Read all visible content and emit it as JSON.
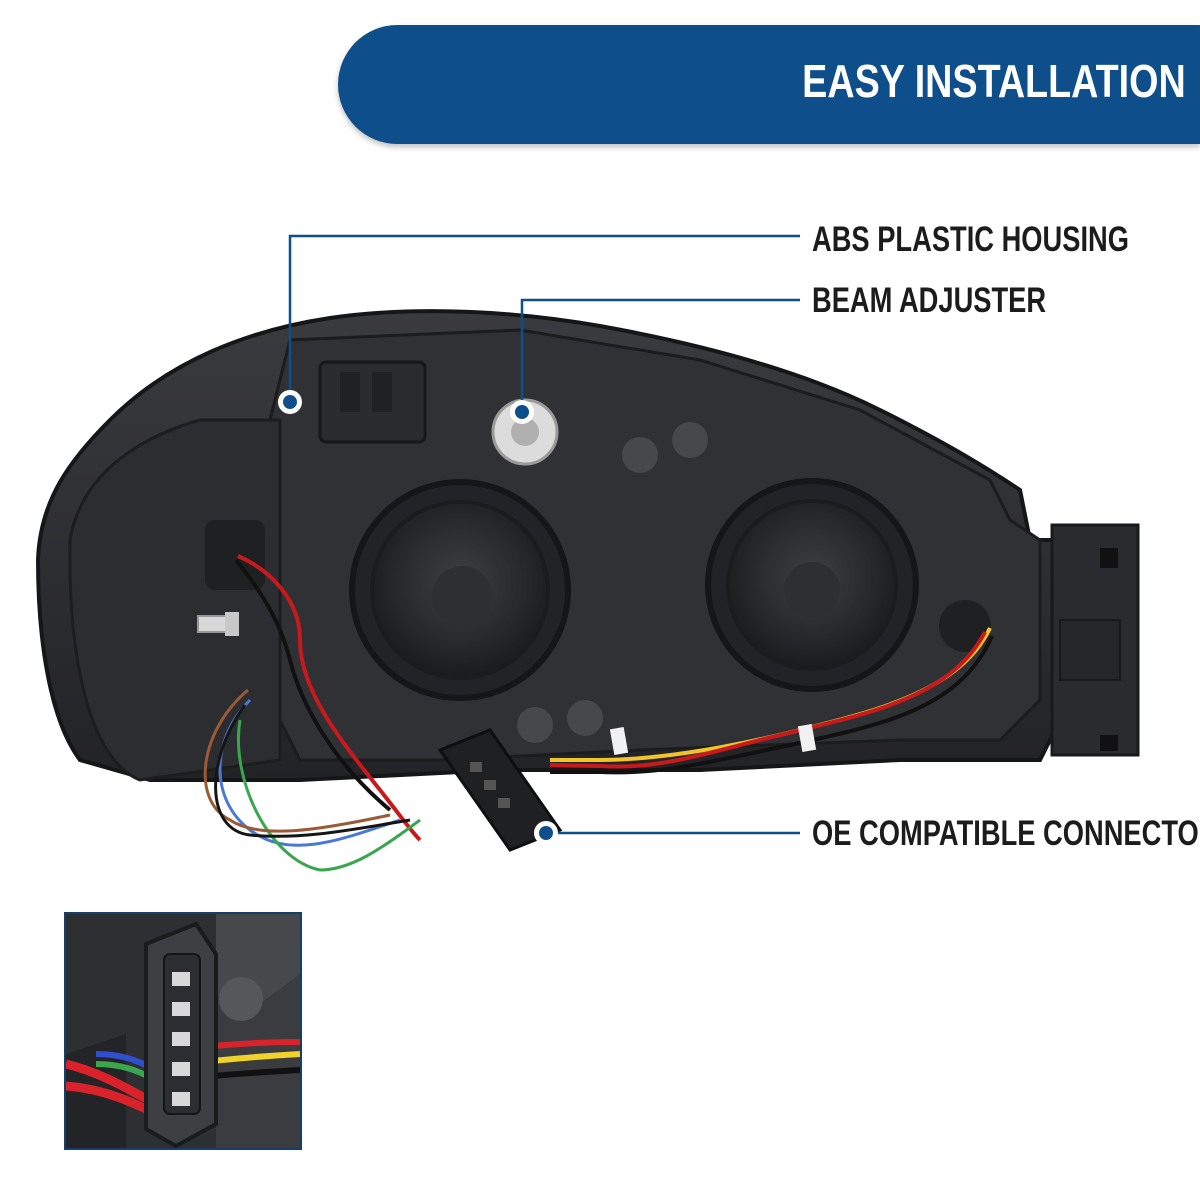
{
  "banner": {
    "title": "EASY INSTALLATION",
    "color": "#0e4f8b"
  },
  "callouts": [
    {
      "label": "ABS PLASTIC HOUSING"
    },
    {
      "label": "BEAM ADJUSTER"
    },
    {
      "label": "OE COMPATIBLE CONNECTOR"
    }
  ],
  "colors": {
    "callout_line": "#0e4f8b",
    "housing": "#2b2c2f",
    "label_text": "#1c1c1c"
  },
  "icons": {
    "callout_marker": "dot-marker-icon"
  }
}
